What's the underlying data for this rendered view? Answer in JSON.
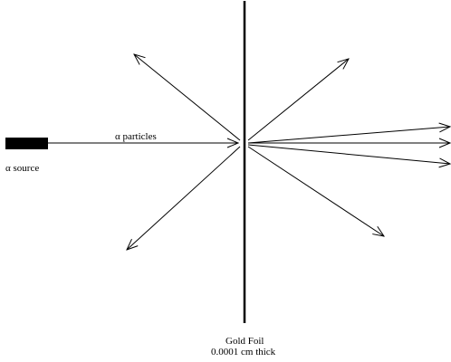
{
  "labels": {
    "source": "α source",
    "particles": "α particles",
    "foil_name": "Gold Foil",
    "foil_thickness": "0.0001 cm thick"
  },
  "colors": {
    "ink": "#000000",
    "background": "#ffffff"
  }
}
